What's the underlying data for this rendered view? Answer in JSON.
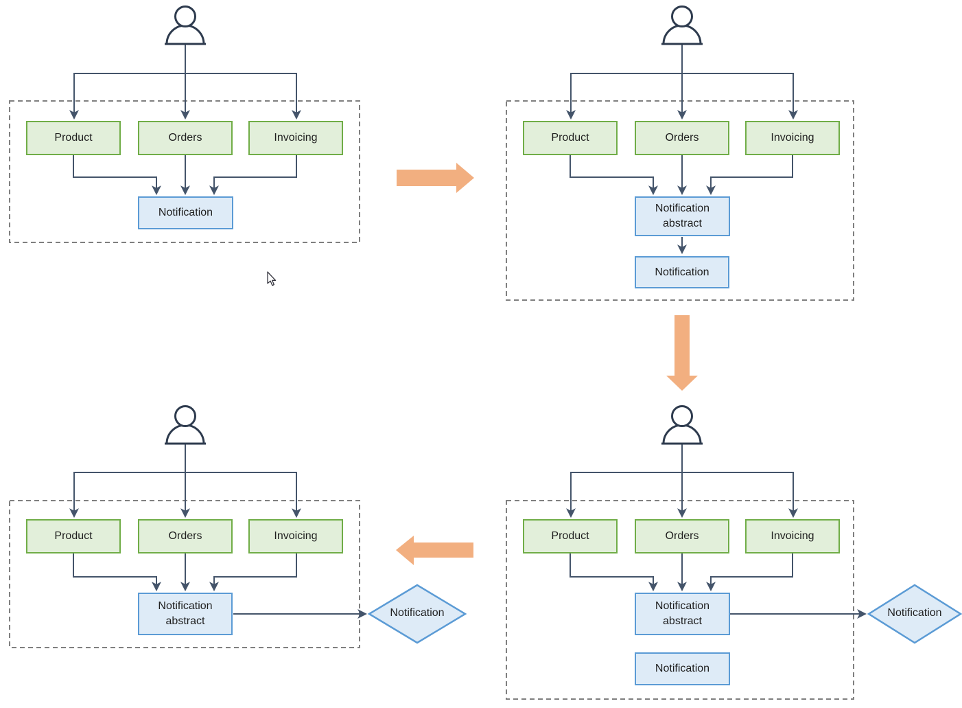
{
  "diagram": {
    "description_icons": {
      "user": "user-icon",
      "cursor": "arrow-cursor-icon"
    },
    "colors": {
      "service_fill": "#E2EFDA",
      "service_border": "#70AD47",
      "notification_fill": "#DEEBF7",
      "notification_border": "#5B9BD5",
      "connector": "#44546A",
      "person_outline": "#2E3B4E",
      "dashed_boundary": "#7F7F7F",
      "transition_arrow": "#F2AF80",
      "canvas_background": "#FFFFFF"
    }
  },
  "panels": [
    {
      "position": "top-left",
      "services": [
        "Product",
        "Orders",
        "Invoicing"
      ],
      "notification_box": "Notification"
    },
    {
      "position": "top-right",
      "services": [
        "Product",
        "Orders",
        "Invoicing"
      ],
      "abstract_box": "Notification abstract",
      "notification_box": "Notification"
    },
    {
      "position": "bottom-left",
      "services": [
        "Product",
        "Orders",
        "Invoicing"
      ],
      "abstract_box": "Notification abstract",
      "diamond": "Notification"
    },
    {
      "position": "bottom-right",
      "services": [
        "Product",
        "Orders",
        "Invoicing"
      ],
      "abstract_box": "Notification abstract",
      "notification_box": "Notification",
      "diamond": "Notification"
    }
  ]
}
